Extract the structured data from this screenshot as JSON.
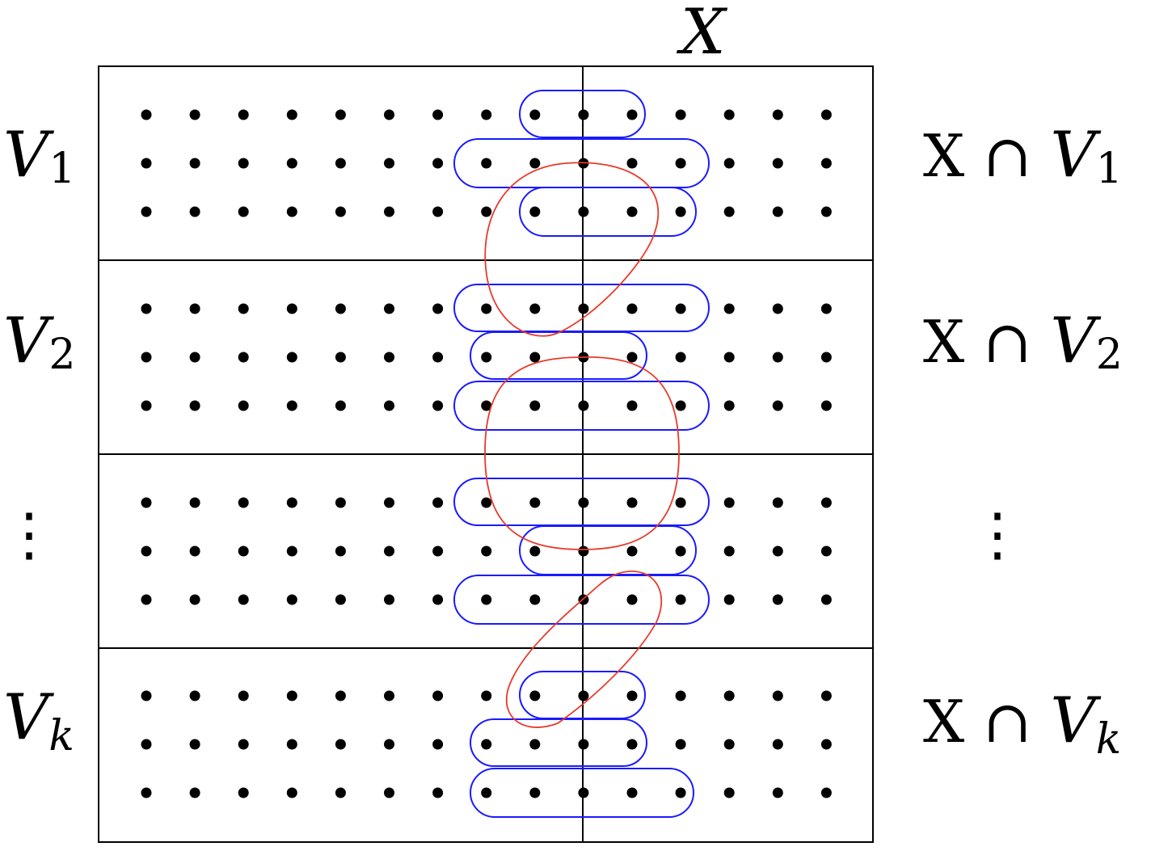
{
  "top_label": "X",
  "rows": [
    {
      "left_base": "V",
      "left_sub": "1",
      "sub_style": "normal",
      "right_prefix": "X ∩ ",
      "right_base": "V",
      "right_sub": "1"
    },
    {
      "left_base": "V",
      "left_sub": "2",
      "sub_style": "normal",
      "right_prefix": "X ∩ ",
      "right_base": "V",
      "right_sub": "2"
    },
    {
      "left_base": "⋮",
      "left_sub": "",
      "sub_style": "normal",
      "right_prefix": "",
      "right_base": "⋮",
      "right_sub": ""
    },
    {
      "left_base": "V",
      "left_sub": "k",
      "sub_style": "italic",
      "right_prefix": "X ∩ ",
      "right_base": "V",
      "right_sub": "k"
    }
  ],
  "grid": {
    "blocks": 4,
    "rows_per_block": 3,
    "dots_per_row": 15
  },
  "colors": {
    "frame": "#000000",
    "dot": "#000000",
    "blue_loop": "#1a1aff",
    "red_loop": "#e8392b"
  }
}
